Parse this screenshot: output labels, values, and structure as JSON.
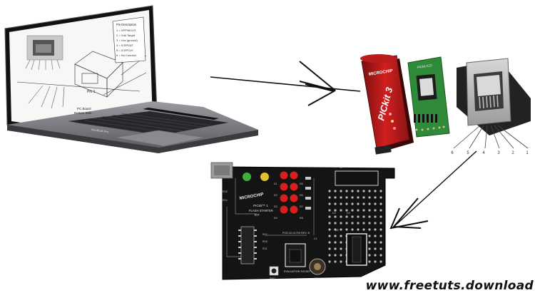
{
  "diagram": {
    "pin_description": {
      "title": "Pin Description",
      "items": [
        "1 = VPP/MCLR",
        "2 = Vdd Target",
        "3 = Vss (ground)",
        "4 = ICSPDAT",
        "5 = ICSPCLK",
        "6 = No Connect"
      ]
    },
    "notes": {
      "pin1": "Pin 1",
      "pc_board": "PC Board",
      "bottom_side": "Bottom Side"
    }
  },
  "laptop": {
    "brand_label": "MacBook Pro"
  },
  "pickit": {
    "brand": "MICROCHIP",
    "model": "PICkit 3"
  },
  "adapter": {
    "label": "PICkit ICD"
  },
  "rj_connector": {
    "pin_numbers": [
      "6",
      "5",
      "4",
      "3",
      "2",
      "1"
    ]
  },
  "starter_board": {
    "brand": "MICROCHIP",
    "title_lines": [
      "PICkit™ 1",
      "FLASH STARTER",
      "KIT"
    ],
    "part_number": "PCB 02-01709 REV. B",
    "socket_label": "EVALUATION SOCKET",
    "switch_label": "SW1",
    "pot_label": "RP1",
    "silk_labels": [
      "D1",
      "D2",
      "D3",
      "D4",
      "D5",
      "D6",
      "D7",
      "D8",
      "R15",
      "R14",
      "J1",
      "U2",
      "C1",
      "C2",
      "C3",
      "R17",
      "R18",
      "R21"
    ]
  },
  "watermark": "www.freetuts.download"
}
